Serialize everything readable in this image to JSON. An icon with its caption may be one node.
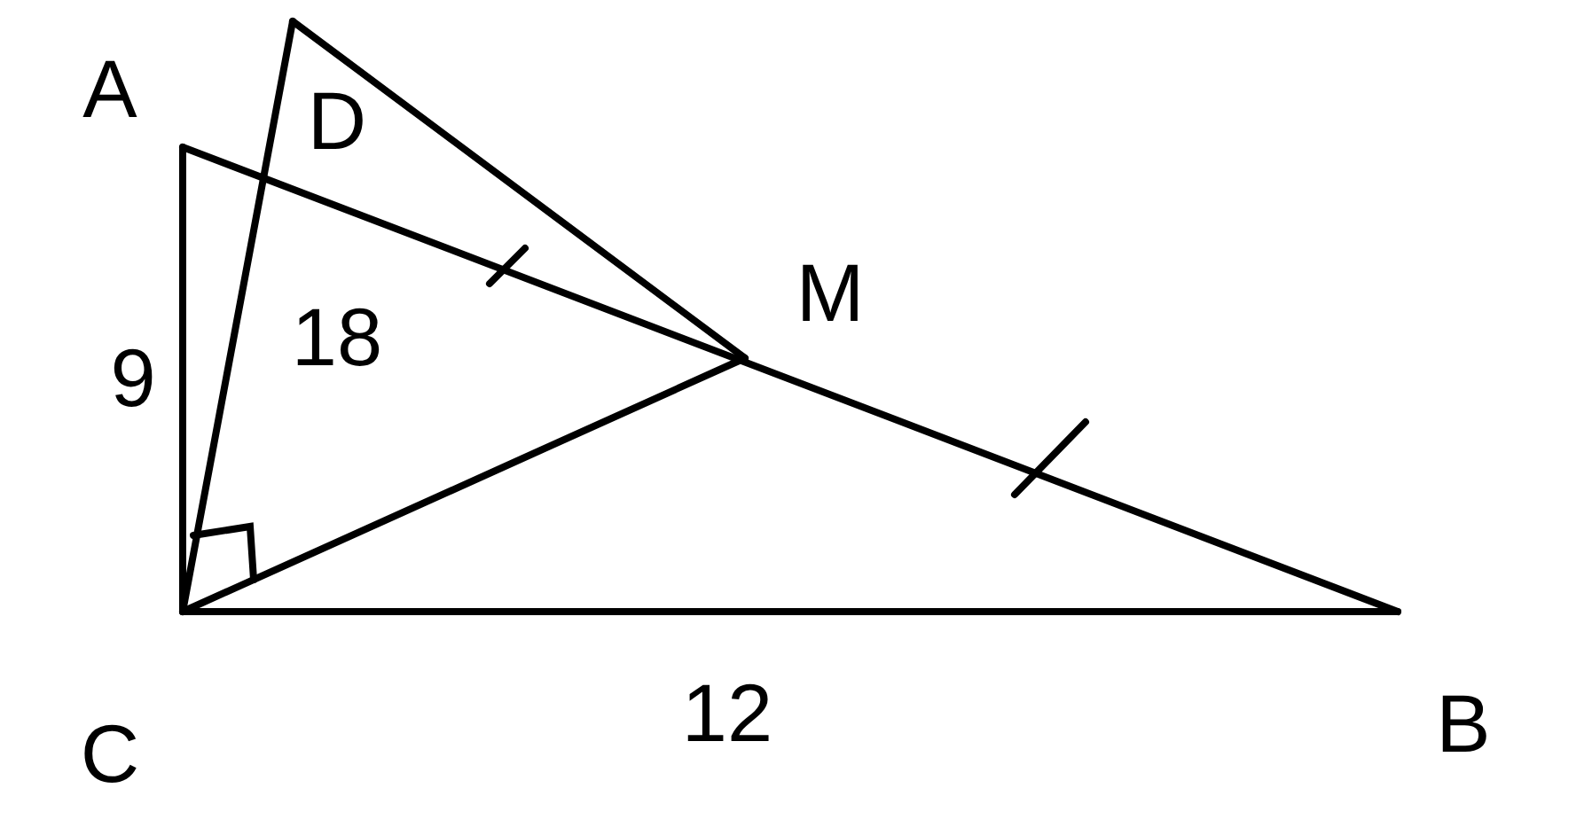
{
  "diagram": {
    "labels": [
      "A",
      "D",
      "M",
      "18",
      "9",
      "C",
      "12",
      "B"
    ]
  }
}
